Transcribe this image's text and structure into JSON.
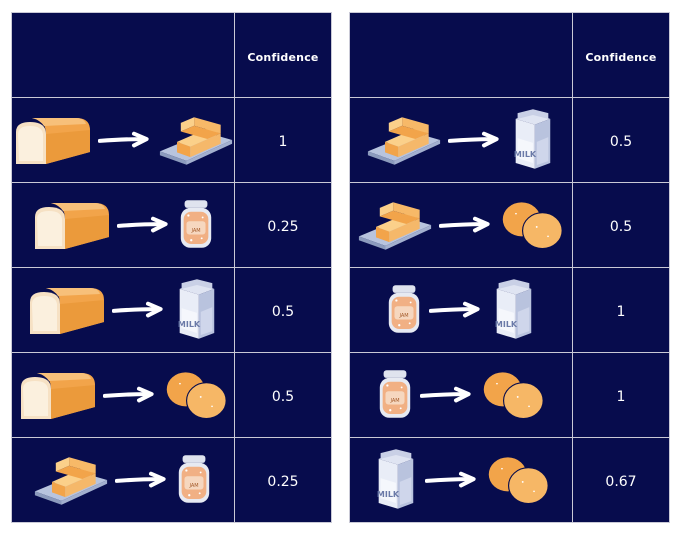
{
  "header": {
    "confidence_label": "Confidence"
  },
  "items": {
    "jam_label": "JAM",
    "milk_label": "MILK"
  },
  "left_table": [
    {
      "antecedent": "bread",
      "consequent": "butter",
      "confidence": "1"
    },
    {
      "antecedent": "bread",
      "consequent": "jam",
      "confidence": "0.25"
    },
    {
      "antecedent": "bread",
      "consequent": "milk",
      "confidence": "0.5"
    },
    {
      "antecedent": "bread",
      "consequent": "eggs",
      "confidence": "0.5"
    },
    {
      "antecedent": "butter",
      "consequent": "jam",
      "confidence": "0.25"
    }
  ],
  "right_table": [
    {
      "antecedent": "butter",
      "consequent": "milk",
      "confidence": "0.5"
    },
    {
      "antecedent": "butter",
      "consequent": "eggs",
      "confidence": "0.5"
    },
    {
      "antecedent": "jam",
      "consequent": "milk",
      "confidence": "1"
    },
    {
      "antecedent": "jam",
      "consequent": "eggs",
      "confidence": "1"
    },
    {
      "antecedent": "milk",
      "consequent": "eggs",
      "confidence": "0.67"
    }
  ]
}
